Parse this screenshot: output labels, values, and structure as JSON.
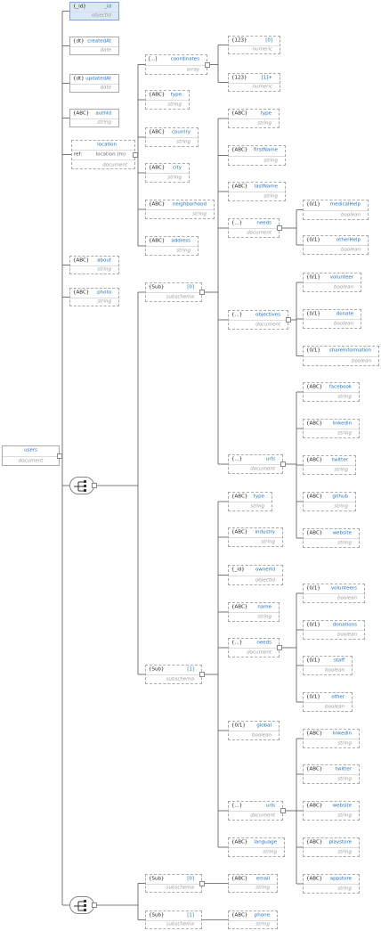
{
  "schema": {
    "root": {
      "name": "users",
      "subtitle": "document"
    },
    "fields": [
      {
        "id": "id",
        "type": "{_id}",
        "name": "_id",
        "subtitle": "objectId",
        "selected": true
      },
      {
        "id": "createdAt",
        "type": "{dt}",
        "name": "createdAt",
        "subtitle": "date"
      },
      {
        "id": "updatedAt",
        "type": "{dt}",
        "name": "updatedAt",
        "subtitle": "date"
      },
      {
        "id": "authId",
        "type": "{ABC}",
        "name": "authId",
        "subtitle": "string"
      },
      {
        "id": "location",
        "ref_label": "ref:",
        "name": "location",
        "ref_value": "location (m)",
        "subtitle": "document"
      },
      {
        "id": "loc-coordinates",
        "type": "[...]",
        "name": "coordinates",
        "subtitle": "array"
      },
      {
        "id": "coord-0",
        "type": "{123}",
        "name": "[0]",
        "subtitle": "numeric"
      },
      {
        "id": "coord-1",
        "type": "{123}",
        "name": "[1]+",
        "subtitle": "numeric"
      },
      {
        "id": "loc-type",
        "type": "{ABC}",
        "name": "type",
        "subtitle": "string"
      },
      {
        "id": "loc-country",
        "type": "{ABC}",
        "name": "country",
        "subtitle": "string"
      },
      {
        "id": "loc-city",
        "type": "{ABC}",
        "name": "city",
        "subtitle": "string"
      },
      {
        "id": "loc-neighborhood",
        "type": "{ABC}",
        "name": "neighborhood",
        "subtitle": "string"
      },
      {
        "id": "loc-address",
        "type": "{ABC}",
        "name": "address",
        "subtitle": "string"
      },
      {
        "id": "about",
        "type": "{ABC}",
        "name": "about",
        "subtitle": "string"
      },
      {
        "id": "photo",
        "type": "{ABC}",
        "name": "photo",
        "subtitle": "string"
      },
      {
        "id": "sub0",
        "type": "{Sub}",
        "name": "[0]",
        "subtitle": "subschema"
      },
      {
        "id": "s0-type",
        "type": "{ABC}",
        "name": "type",
        "subtitle": "string"
      },
      {
        "id": "s0-firstName",
        "type": "{ABC}",
        "name": "firstName",
        "subtitle": "string"
      },
      {
        "id": "s0-lastName",
        "type": "{ABC}",
        "name": "lastName",
        "subtitle": "string"
      },
      {
        "id": "s0-needs",
        "type": "{...}",
        "name": "needs",
        "subtitle": "document"
      },
      {
        "id": "s0-medicalHelp",
        "type": "{0/1}",
        "name": "medicalHelp",
        "subtitle": "boolean"
      },
      {
        "id": "s0-otherHelp",
        "type": "{0/1}",
        "name": "otherHelp",
        "subtitle": "boolean"
      },
      {
        "id": "s0-objectives",
        "type": "{...}",
        "name": "objectives",
        "subtitle": "document"
      },
      {
        "id": "s0-volunteer",
        "type": "{0/1}",
        "name": "volunteer",
        "subtitle": "boolean"
      },
      {
        "id": "s0-donate",
        "type": "{0/1}",
        "name": "donate",
        "subtitle": "boolean"
      },
      {
        "id": "s0-shareInformation",
        "type": "{0/1}",
        "name": "shareInformation",
        "subtitle": "boolean"
      },
      {
        "id": "s0-urls",
        "type": "{...}",
        "name": "urls",
        "subtitle": "document"
      },
      {
        "id": "s0-facebook",
        "type": "{ABC}",
        "name": "facebook",
        "subtitle": "string"
      },
      {
        "id": "s0-linkedin",
        "type": "{ABC}",
        "name": "linkedin",
        "subtitle": "string"
      },
      {
        "id": "s0-twitter",
        "type": "{ABC}",
        "name": "twitter",
        "subtitle": "string"
      },
      {
        "id": "s0-github",
        "type": "{ABC}",
        "name": "github",
        "subtitle": "string"
      },
      {
        "id": "s0-website",
        "type": "{ABC}",
        "name": "website",
        "subtitle": "string"
      },
      {
        "id": "sub1",
        "type": "{Sub}",
        "name": "[1]",
        "subtitle": "subschema"
      },
      {
        "id": "s1-type",
        "type": "{ABC}",
        "name": "type",
        "subtitle": "string"
      },
      {
        "id": "s1-industry",
        "type": "{ABC}",
        "name": "industry",
        "subtitle": "string"
      },
      {
        "id": "s1-ownerId",
        "type": "{_id}",
        "name": "ownerId",
        "subtitle": "objectId"
      },
      {
        "id": "s1-name",
        "type": "{ABC}",
        "name": "name",
        "subtitle": "string"
      },
      {
        "id": "s1-needs",
        "type": "{...}",
        "name": "needs",
        "subtitle": "document"
      },
      {
        "id": "s1-volunteers",
        "type": "{0/1}",
        "name": "volunteers",
        "subtitle": "boolean"
      },
      {
        "id": "s1-donations",
        "type": "{0/1}",
        "name": "donations",
        "subtitle": "boolean"
      },
      {
        "id": "s1-staff",
        "type": "{0/1}",
        "name": "staff",
        "subtitle": "boolean"
      },
      {
        "id": "s1-other",
        "type": "{0/1}",
        "name": "other",
        "subtitle": "boolean"
      },
      {
        "id": "s1-global",
        "type": "{0/1}",
        "name": "global",
        "subtitle": "boolean"
      },
      {
        "id": "s1-urls",
        "type": "{...}",
        "name": "urls",
        "subtitle": "document"
      },
      {
        "id": "s1-linkedin",
        "type": "{ABC}",
        "name": "linkedin",
        "subtitle": "string"
      },
      {
        "id": "s1-twitter",
        "type": "{ABC}",
        "name": "twitter",
        "subtitle": "string"
      },
      {
        "id": "s1-website",
        "type": "{ABC}",
        "name": "website",
        "subtitle": "string"
      },
      {
        "id": "s1-playstore",
        "type": "{ABC}",
        "name": "playstore",
        "subtitle": "string"
      },
      {
        "id": "s1-appstore",
        "type": "{ABC}",
        "name": "appstore",
        "subtitle": "string"
      },
      {
        "id": "s1-language",
        "type": "{ABC}",
        "name": "language",
        "subtitle": "string"
      },
      {
        "id": "contact0",
        "type": "{Sub}",
        "name": "[0]",
        "subtitle": "subschema"
      },
      {
        "id": "c0-email",
        "type": "{ABC}",
        "name": "email",
        "subtitle": "string"
      },
      {
        "id": "contact1",
        "type": "{Sub}",
        "name": "[1]",
        "subtitle": "subschema"
      },
      {
        "id": "c1-phone",
        "type": "{ABC}",
        "name": "phone",
        "subtitle": "string"
      }
    ],
    "colors": {
      "name": "#1a73c8",
      "subtitle": "#999999",
      "line": "#555555",
      "selected": "#dbe9f7"
    }
  }
}
